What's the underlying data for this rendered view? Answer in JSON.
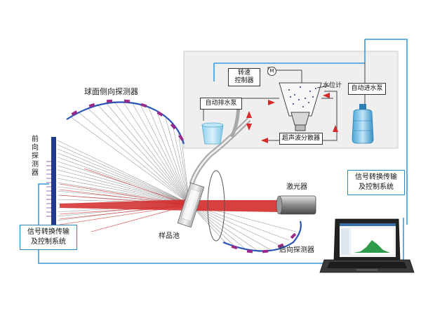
{
  "labels": {
    "spherical_side_detectors": "球面侧向探测器",
    "front_detectors": "前向探测器",
    "signal_control_left_line1": "信号转换传输",
    "signal_control_left_line2": "及控制系统",
    "sample_cell": "样品池",
    "laser": "激光器",
    "back_detectors": "后向探测器",
    "speed_control_line1": "转速",
    "speed_control_line2": "控制器",
    "auto_drain_pump": "自动排水泵",
    "water_level_meter": "水位计",
    "auto_inlet_pump": "自动进水泵",
    "ultrasonic_disperser": "超声波分散器",
    "signal_control_right_line1": "信号转换传输",
    "signal_control_right_line2": "及控制系统",
    "motor_symbol": "M"
  },
  "colors": {
    "control_line": "#3a9ad9",
    "laser_beam": "#d42a2a",
    "detector_arc": "#2a54b4",
    "detector_element": "#9a2a8a",
    "front_detector": "#1f3a8f",
    "flow_arrow": "#d42a2a",
    "panel_bg": "#efefef"
  }
}
